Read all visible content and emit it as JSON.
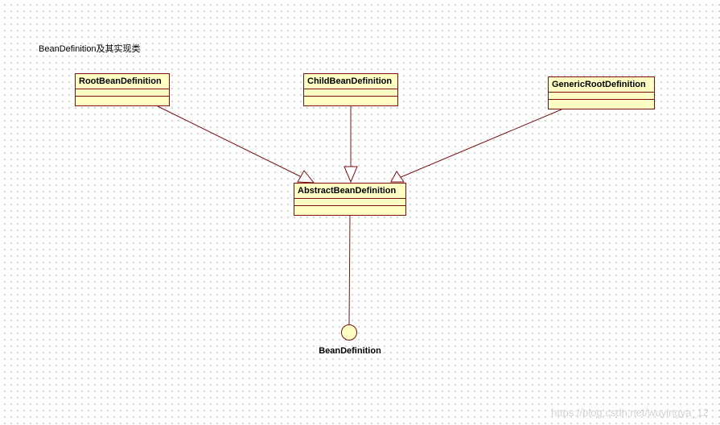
{
  "diagram": {
    "title": "BeanDefinition及其实现类",
    "classes": {
      "root": "RootBeanDefinition",
      "child": "ChildBeanDefinition",
      "generic": "GenericRootDefinition",
      "abstract": "AbstractBeanDefinition"
    },
    "interface_name": "BeanDefinition"
  },
  "watermark": "https://blog.csdn.net/wuyingya_12",
  "colors": {
    "class_fill": "#ffffc4",
    "border": "#7a1010",
    "background": "#ffffff",
    "grid_dots": "#c8c8c8"
  }
}
